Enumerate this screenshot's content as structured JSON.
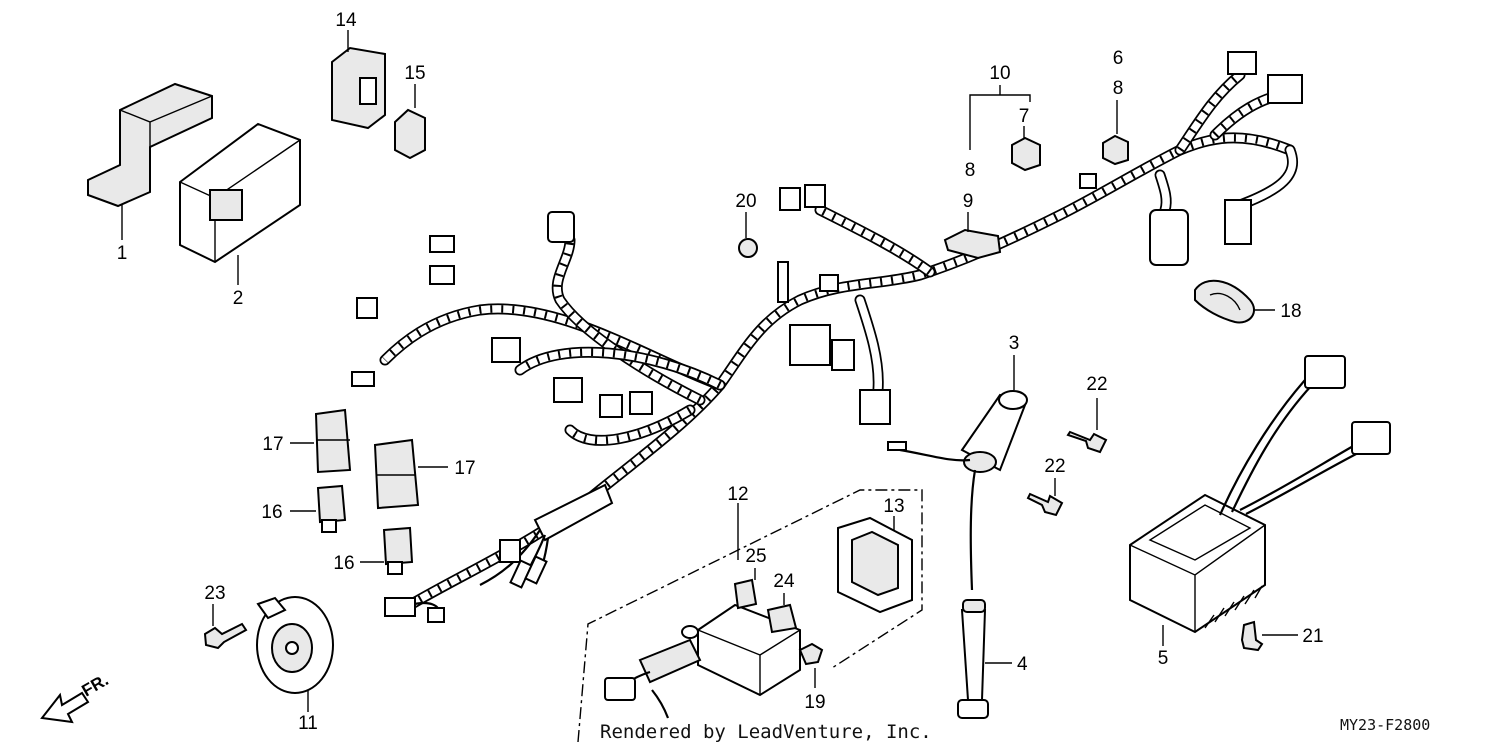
{
  "diagram": {
    "labels": {
      "p1": "1",
      "p2": "2",
      "p3": "3",
      "p4": "4",
      "p5": "5",
      "p6": "6",
      "p7": "7",
      "p8a": "8",
      "p8b": "8",
      "p9": "9",
      "p10": "10",
      "p11": "11",
      "p12": "12",
      "p13": "13",
      "p14": "14",
      "p15": "15",
      "p16a": "16",
      "p16b": "16",
      "p17a": "17",
      "p17b": "17",
      "p18": "18",
      "p19": "19",
      "p20": "20",
      "p21": "21",
      "p22a": "22",
      "p22b": "22",
      "p23": "23",
      "p24": "24",
      "p25": "25"
    },
    "front_marker": "FR.",
    "credit": "Rendered by LeadVenture, Inc.",
    "diagram_code": "MY23-F2800"
  }
}
